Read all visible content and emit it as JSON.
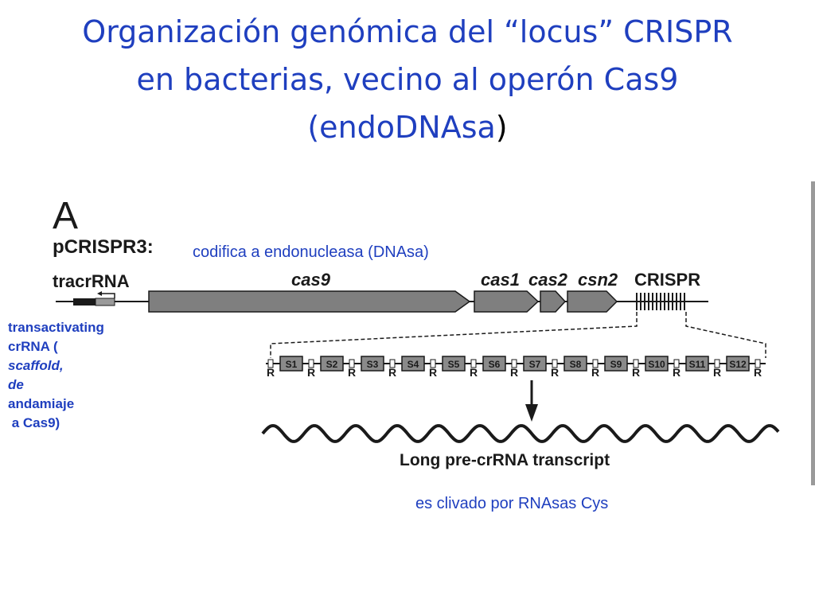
{
  "title": {
    "line1": "Organización genómica del “locus” CRISPR",
    "line2": "en bacterias, vecino al operón Cas9",
    "line3_open": "(endoDNAsa",
    "line3_close": ")"
  },
  "figure": {
    "panel_letter": "A",
    "plasmid_label": "pCRISPR3:",
    "genes": {
      "tracr": "tracrRNA",
      "cas9": "cas9",
      "cas1": "cas1",
      "cas2": "cas2",
      "csn2": "csn2",
      "crispr": "CRISPR"
    },
    "repeat_label": "R",
    "spacers": [
      "S1",
      "S2",
      "S3",
      "S4",
      "S5",
      "S6",
      "S7",
      "S8",
      "S9",
      "S10",
      "S11",
      "S12"
    ],
    "transcript_label": "Long pre-crRNA transcript"
  },
  "annotations": {
    "cas9_note": "codifica a endonucleasa (DNAsa)",
    "tracr_note": {
      "line1": "transactivating",
      "line2_a": "crRNA (",
      "line2_b": "scaffold,",
      "line3_a": "de",
      "line3_b": " andamiaje",
      "line4": " a Cas9)"
    },
    "cleave_note": "es clivado por RNAsas Cys"
  },
  "colors": {
    "title": "#1f3fbf",
    "gene_fill": "#7f7f7f",
    "spacer_fill": "#8a8a8a",
    "line": "#1a1a1a"
  }
}
